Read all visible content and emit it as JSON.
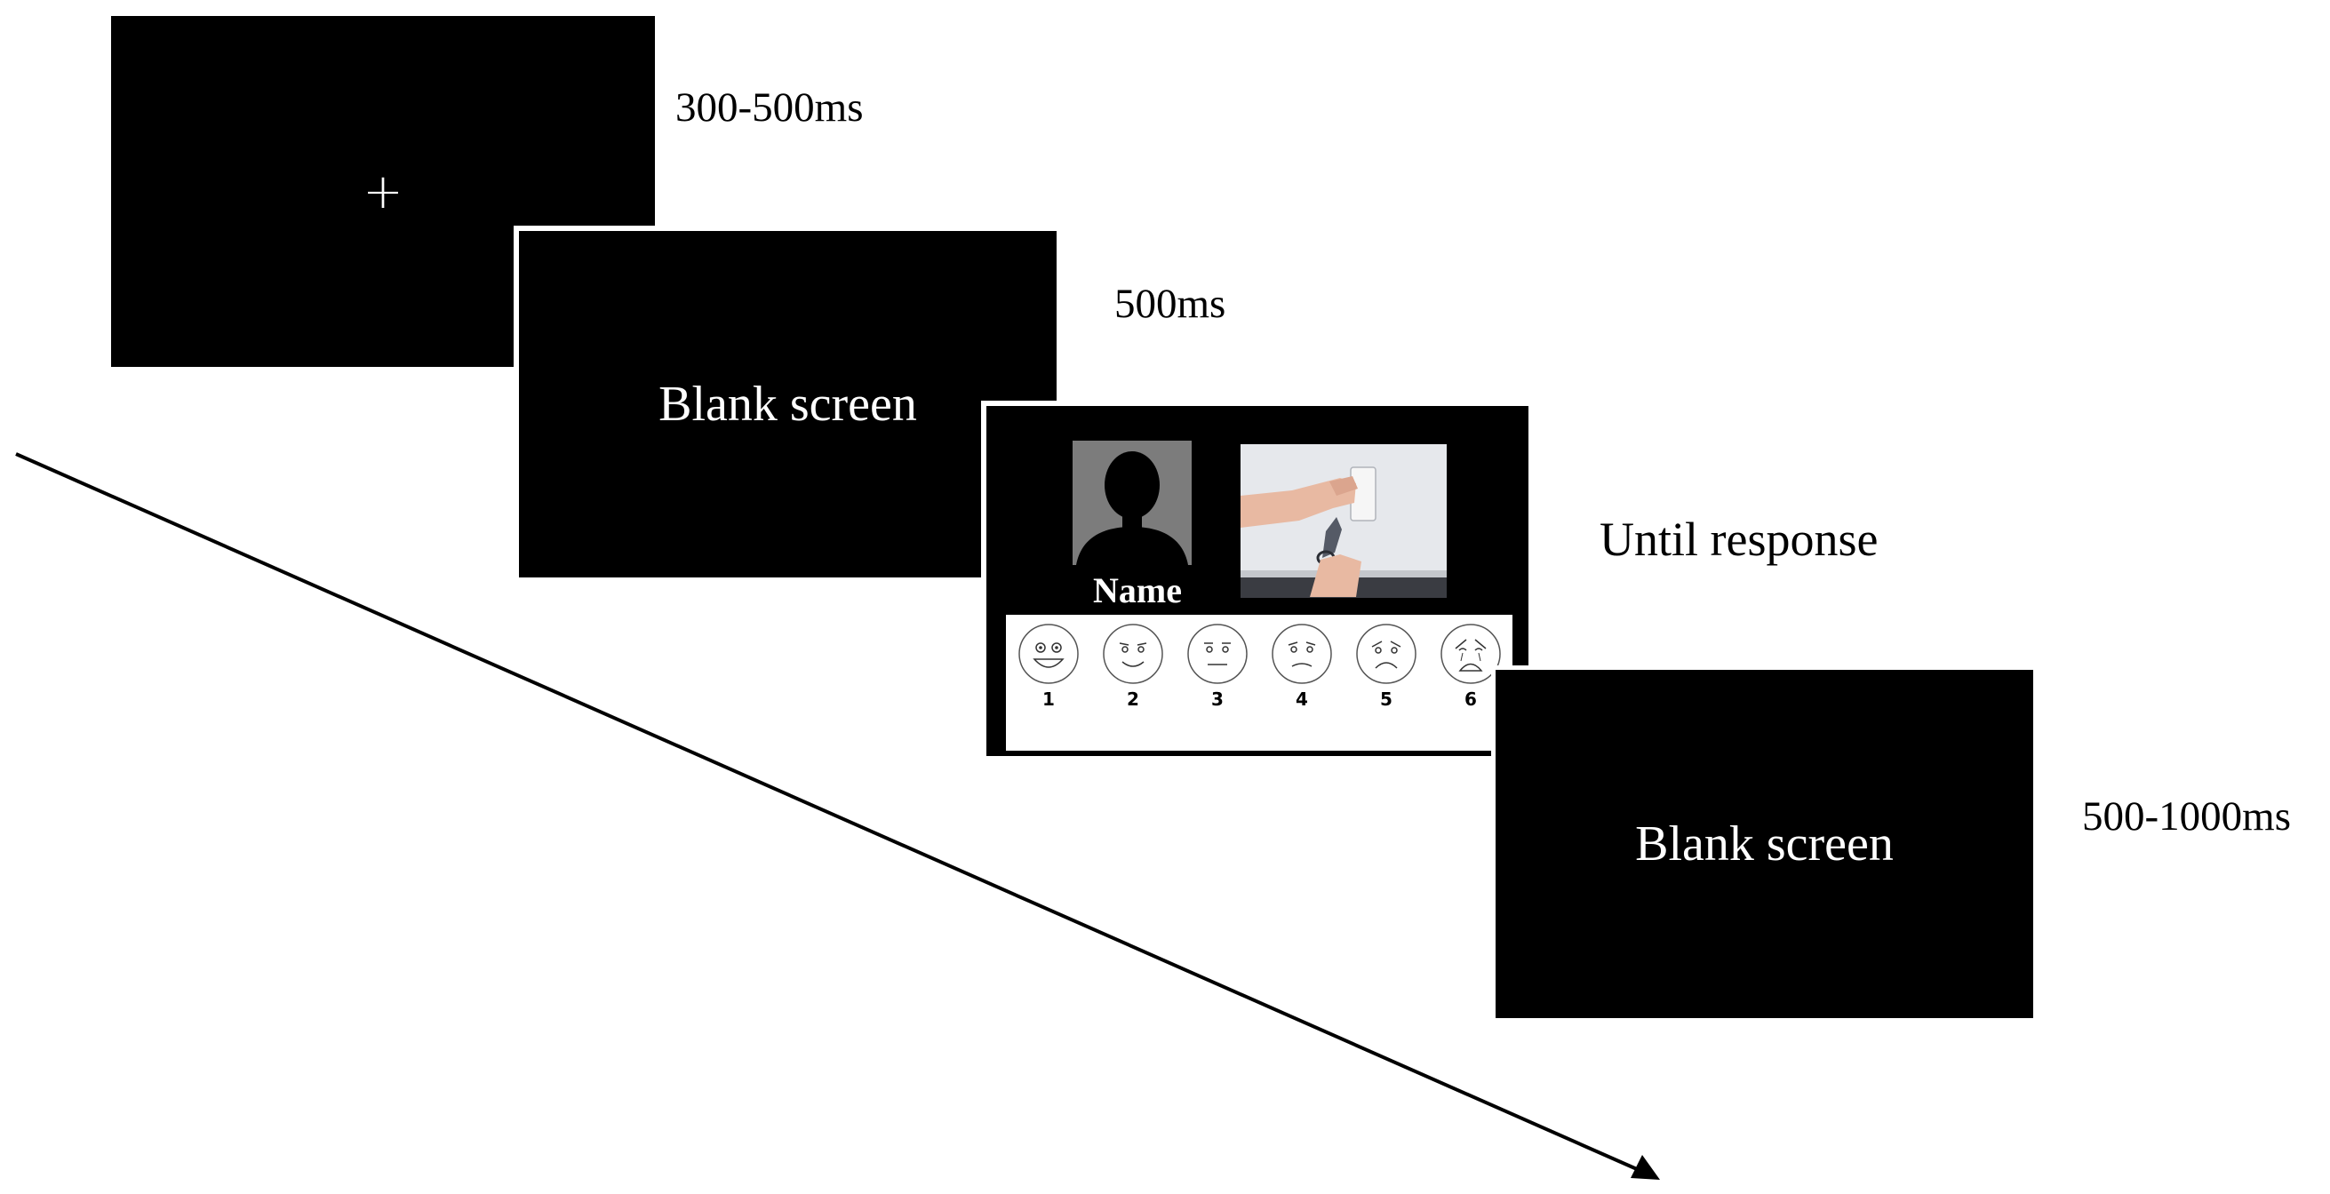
{
  "frames": [
    {
      "id": "fixation",
      "content": "+",
      "duration": "300-500ms"
    },
    {
      "id": "blank-1",
      "content": "Blank screen",
      "duration": "500ms"
    },
    {
      "id": "stimulus",
      "name_label": "Name",
      "rating_scale": [
        {
          "number": "1",
          "face": "laughing-face-icon"
        },
        {
          "number": "2",
          "face": "smiling-face-icon"
        },
        {
          "number": "3",
          "face": "neutral-face-icon"
        },
        {
          "number": "4",
          "face": "slightly-sad-face-icon"
        },
        {
          "number": "5",
          "face": "sad-face-icon"
        },
        {
          "number": "6",
          "face": "crying-face-icon"
        }
      ],
      "duration": "Until response"
    },
    {
      "id": "blank-2",
      "content": "Blank screen",
      "duration": "500-1000ms"
    }
  ],
  "colors": {
    "screen": "#000000",
    "screen_text": "#ffffff",
    "background": "#ffffff",
    "silhouette_bg": "#7c7c7c"
  }
}
